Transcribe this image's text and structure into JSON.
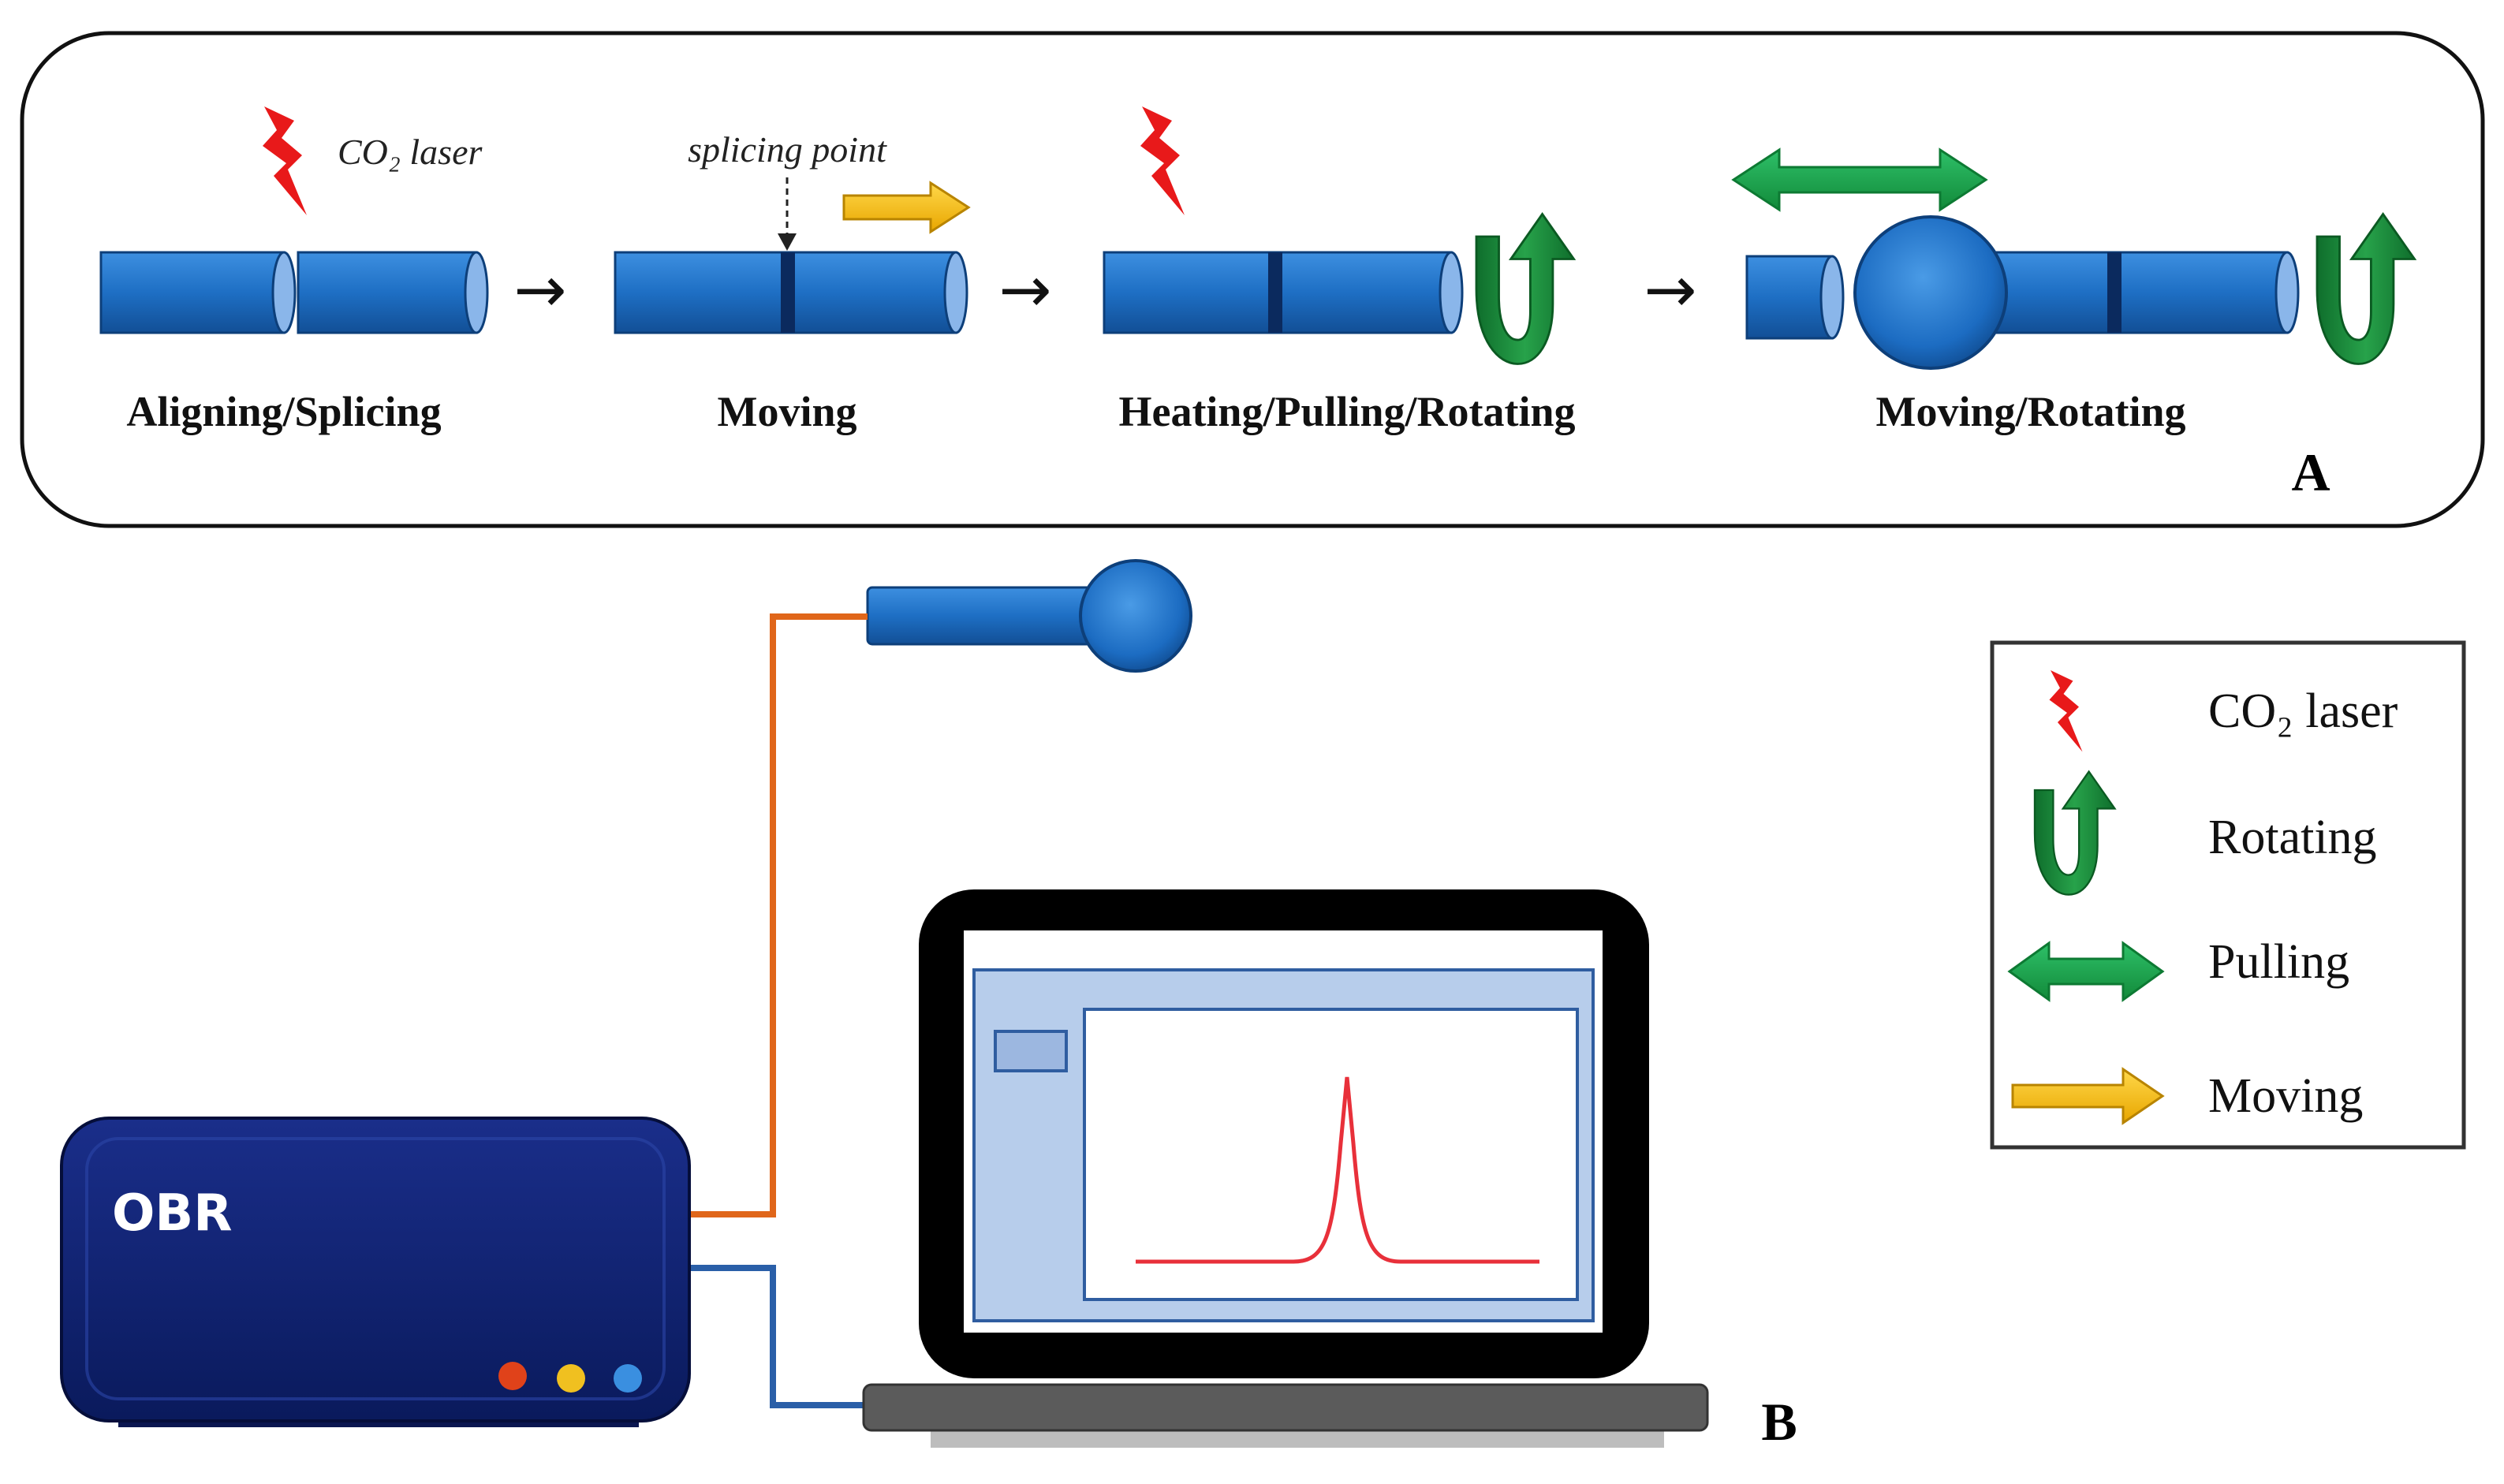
{
  "panel_a": {
    "letter": "A",
    "laser_label": "CO₂ laser",
    "splicing_label": "splicing point",
    "stages": [
      "Aligning/Splicing",
      "Moving",
      "Heating/Pulling/Rotating",
      "Moving/Rotating"
    ],
    "arrow_glyph": "→"
  },
  "panel_b": {
    "letter": "B",
    "obr_label": "OBR"
  },
  "legend": {
    "items": [
      {
        "icon": "laser-bolt-icon",
        "label": "CO₂ laser"
      },
      {
        "icon": "rotate-arrow-icon",
        "label": "Rotating"
      },
      {
        "icon": "double-arrow-icon",
        "label": "Pulling"
      },
      {
        "icon": "right-arrow-icon",
        "label": "Moving"
      }
    ]
  },
  "colors": {
    "fiber_blue": "#1e73c8",
    "fiber_dark": "#0b3a78",
    "laser_red": "#e8191a",
    "rotate_green": "#1e8a3c",
    "pull_green": "#19a34a",
    "move_yellow": "#f6bd12",
    "obr_navy": "#0c1e6b",
    "cable_orange": "#e0661a",
    "cable_blue": "#2a5fa8",
    "spectrum_red": "#e8303a"
  }
}
